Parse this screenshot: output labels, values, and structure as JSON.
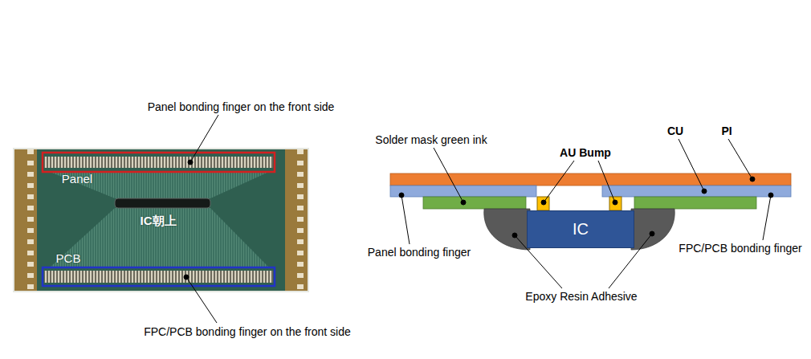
{
  "diagram": {
    "nodes": [
      {
        "text": [
          "IC"
        ]
      }
    ],
    "labels": [
      "Panel bonding finger on the front side",
      "Panel",
      "IC朝上",
      "PCB",
      "FPC/PCB bonding finger on the front side",
      "Solder mask green ink",
      "AU Bump",
      "CU",
      "PI",
      "Panel bonding finger",
      "FPC/PCB bonding finger",
      "Epoxy Resin Adhesive"
    ]
  }
}
